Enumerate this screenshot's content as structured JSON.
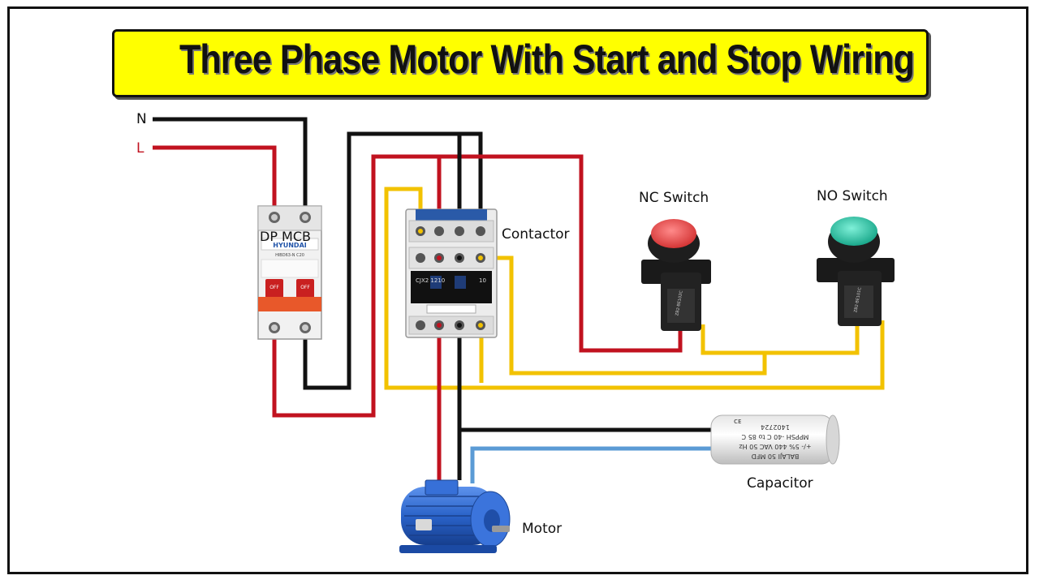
{
  "title": "Three Phase Motor With Start and Stop Wiring",
  "labels": {
    "line_n": "N",
    "line_l": "L",
    "mcb": "DP MCB",
    "contactor": "Contactor",
    "nc_switch": "NC Switch",
    "no_switch": "NO Switch",
    "capacitor": "Capacitor",
    "motor": "Motor"
  },
  "device_markings": {
    "mcb_brand": "HYUNDAI",
    "mcb_model": "HIBD63-N C20",
    "mcb_off": "OFF",
    "contactor_model": "CJX2 1210",
    "contactor_no": "10",
    "nc_marking": "ZB2-BE102C",
    "no_marking": "ZB2-BE101C",
    "cap_line1": "BALAJI 50 MFD",
    "cap_line2": "+/- 5% 440 VAC 50 Hz",
    "cap_line3": "MPPSH -40 C to 85 C",
    "cap_line4": "1402724"
  },
  "colors": {
    "black_wire": "#111111",
    "red_wire": "#c1121f",
    "yellow_wire": "#f2c200",
    "blue_wire": "#5b9bd5",
    "title_bg": "#ffff00",
    "nc_button": "#e84a4a",
    "no_button": "#2ec4a6",
    "motor_body": "#2a63c9"
  }
}
